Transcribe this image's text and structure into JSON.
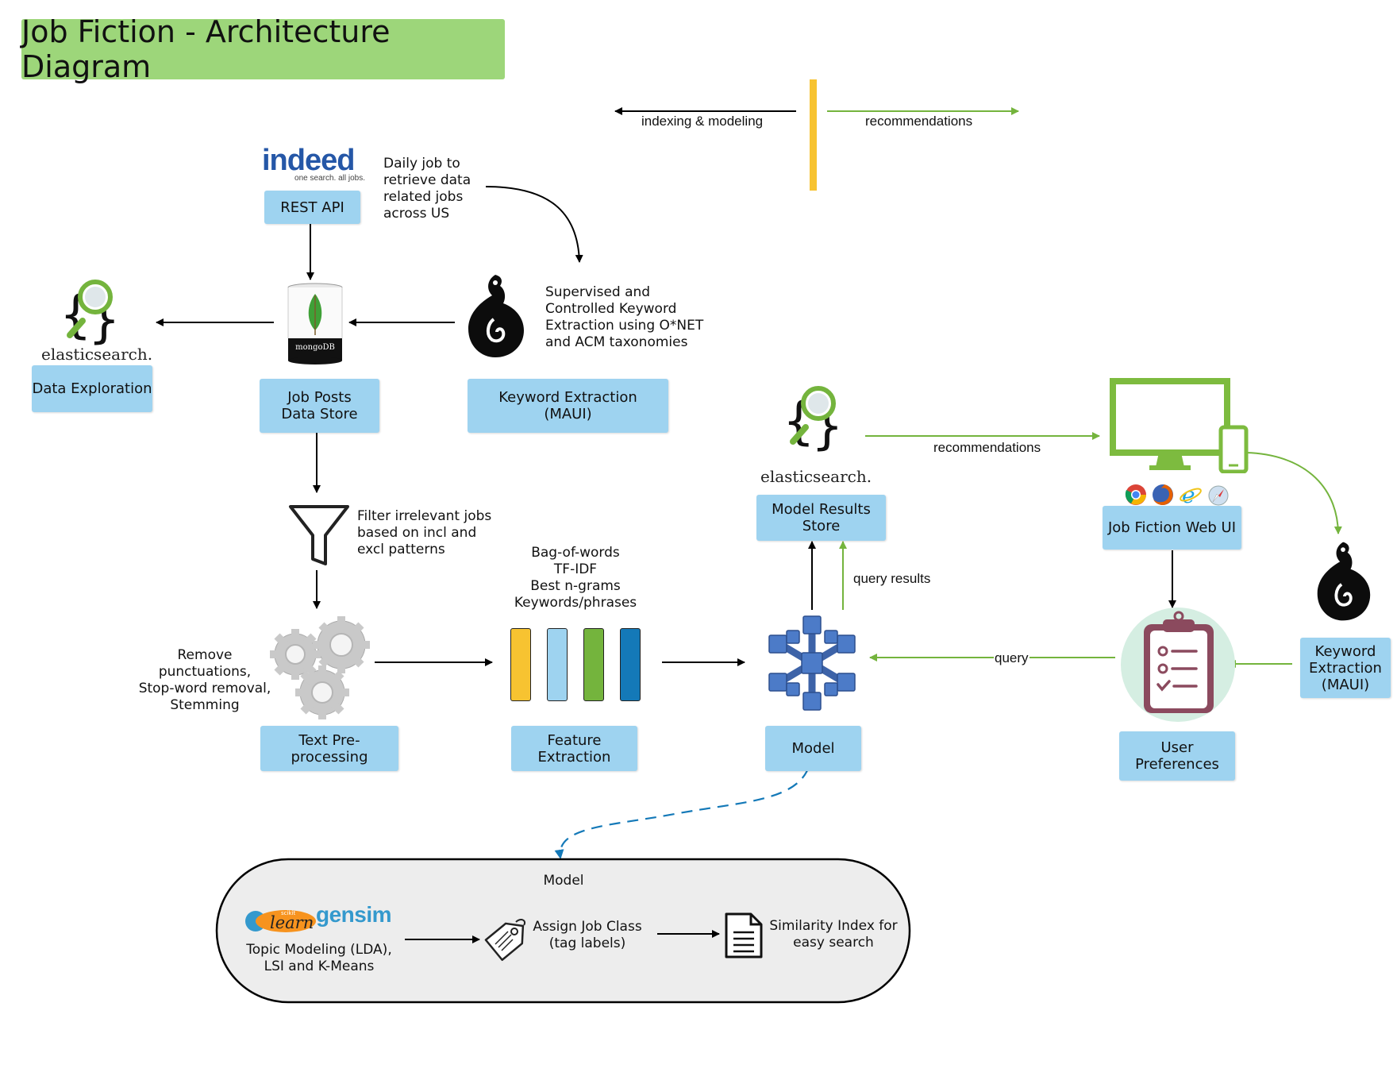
{
  "title": "Job Fiction - Architecture Diagram",
  "legend": {
    "left_label": "indexing & modeling",
    "right_label": "recommendations",
    "colors": {
      "divider": "#f7c331",
      "left_arrow": "#000000",
      "right_arrow": "#74b43d"
    }
  },
  "sources": {
    "indeed_logo": "indeed",
    "indeed_tagline": "one search. all jobs.",
    "rest_api": "REST API",
    "daily_job_note": "Daily job to\nretrieve data\nrelated jobs\nacross US"
  },
  "storage": {
    "mongodb_logo": "mongoDB",
    "job_posts": "Job Posts\nData Store"
  },
  "keyword_extraction": {
    "note": "Supervised and\nControlled Keyword\nExtraction using O*NET\nand ACM taxonomies",
    "box": "Keyword Extraction\n(MAUI)"
  },
  "data_exploration": {
    "elasticsearch_word": "elasticsearch.",
    "box": "Data Exploration"
  },
  "filter": {
    "note": "Filter  irrelevant jobs\nbased on incl and\nexcl patterns"
  },
  "preprocessing": {
    "note": "Remove\npunctuations,\nStop-word removal,\nStemming",
    "box": "Text Pre-processing"
  },
  "features": {
    "note": "Bag-of-words\nTF-IDF\nBest n-grams\nKeywords/phrases",
    "box": "Feature\nExtraction",
    "bar_colors": [
      "#f7c331",
      "#9ed3f0",
      "#74b43d",
      "#1479b8"
    ]
  },
  "model": {
    "box": "Model",
    "query_results_label": "query results",
    "query_label": "query"
  },
  "model_results": {
    "elasticsearch_word": "elasticsearch.",
    "box": "Model Results\nStore",
    "recommendations_label": "recommendations"
  },
  "web_ui": {
    "box": "Job Fiction Web UI",
    "browser_icons": [
      "chrome-icon",
      "firefox-icon",
      "ie-icon",
      "safari-icon"
    ]
  },
  "right_keyword": {
    "box": "Keyword\nExtraction\n(MAUI)"
  },
  "user_prefs": {
    "box": "User\nPreferences"
  },
  "model_detail": {
    "title": "Model",
    "sklearn_logo": "learn",
    "sklearn_small": "scikit",
    "gensim_logo": "gensim",
    "topic_note": "Topic Modeling (LDA),\nLSI and K-Means",
    "assign_note": "Assign Job Class\n(tag labels)",
    "similarity_note": "Similarity Index for\neasy search"
  }
}
